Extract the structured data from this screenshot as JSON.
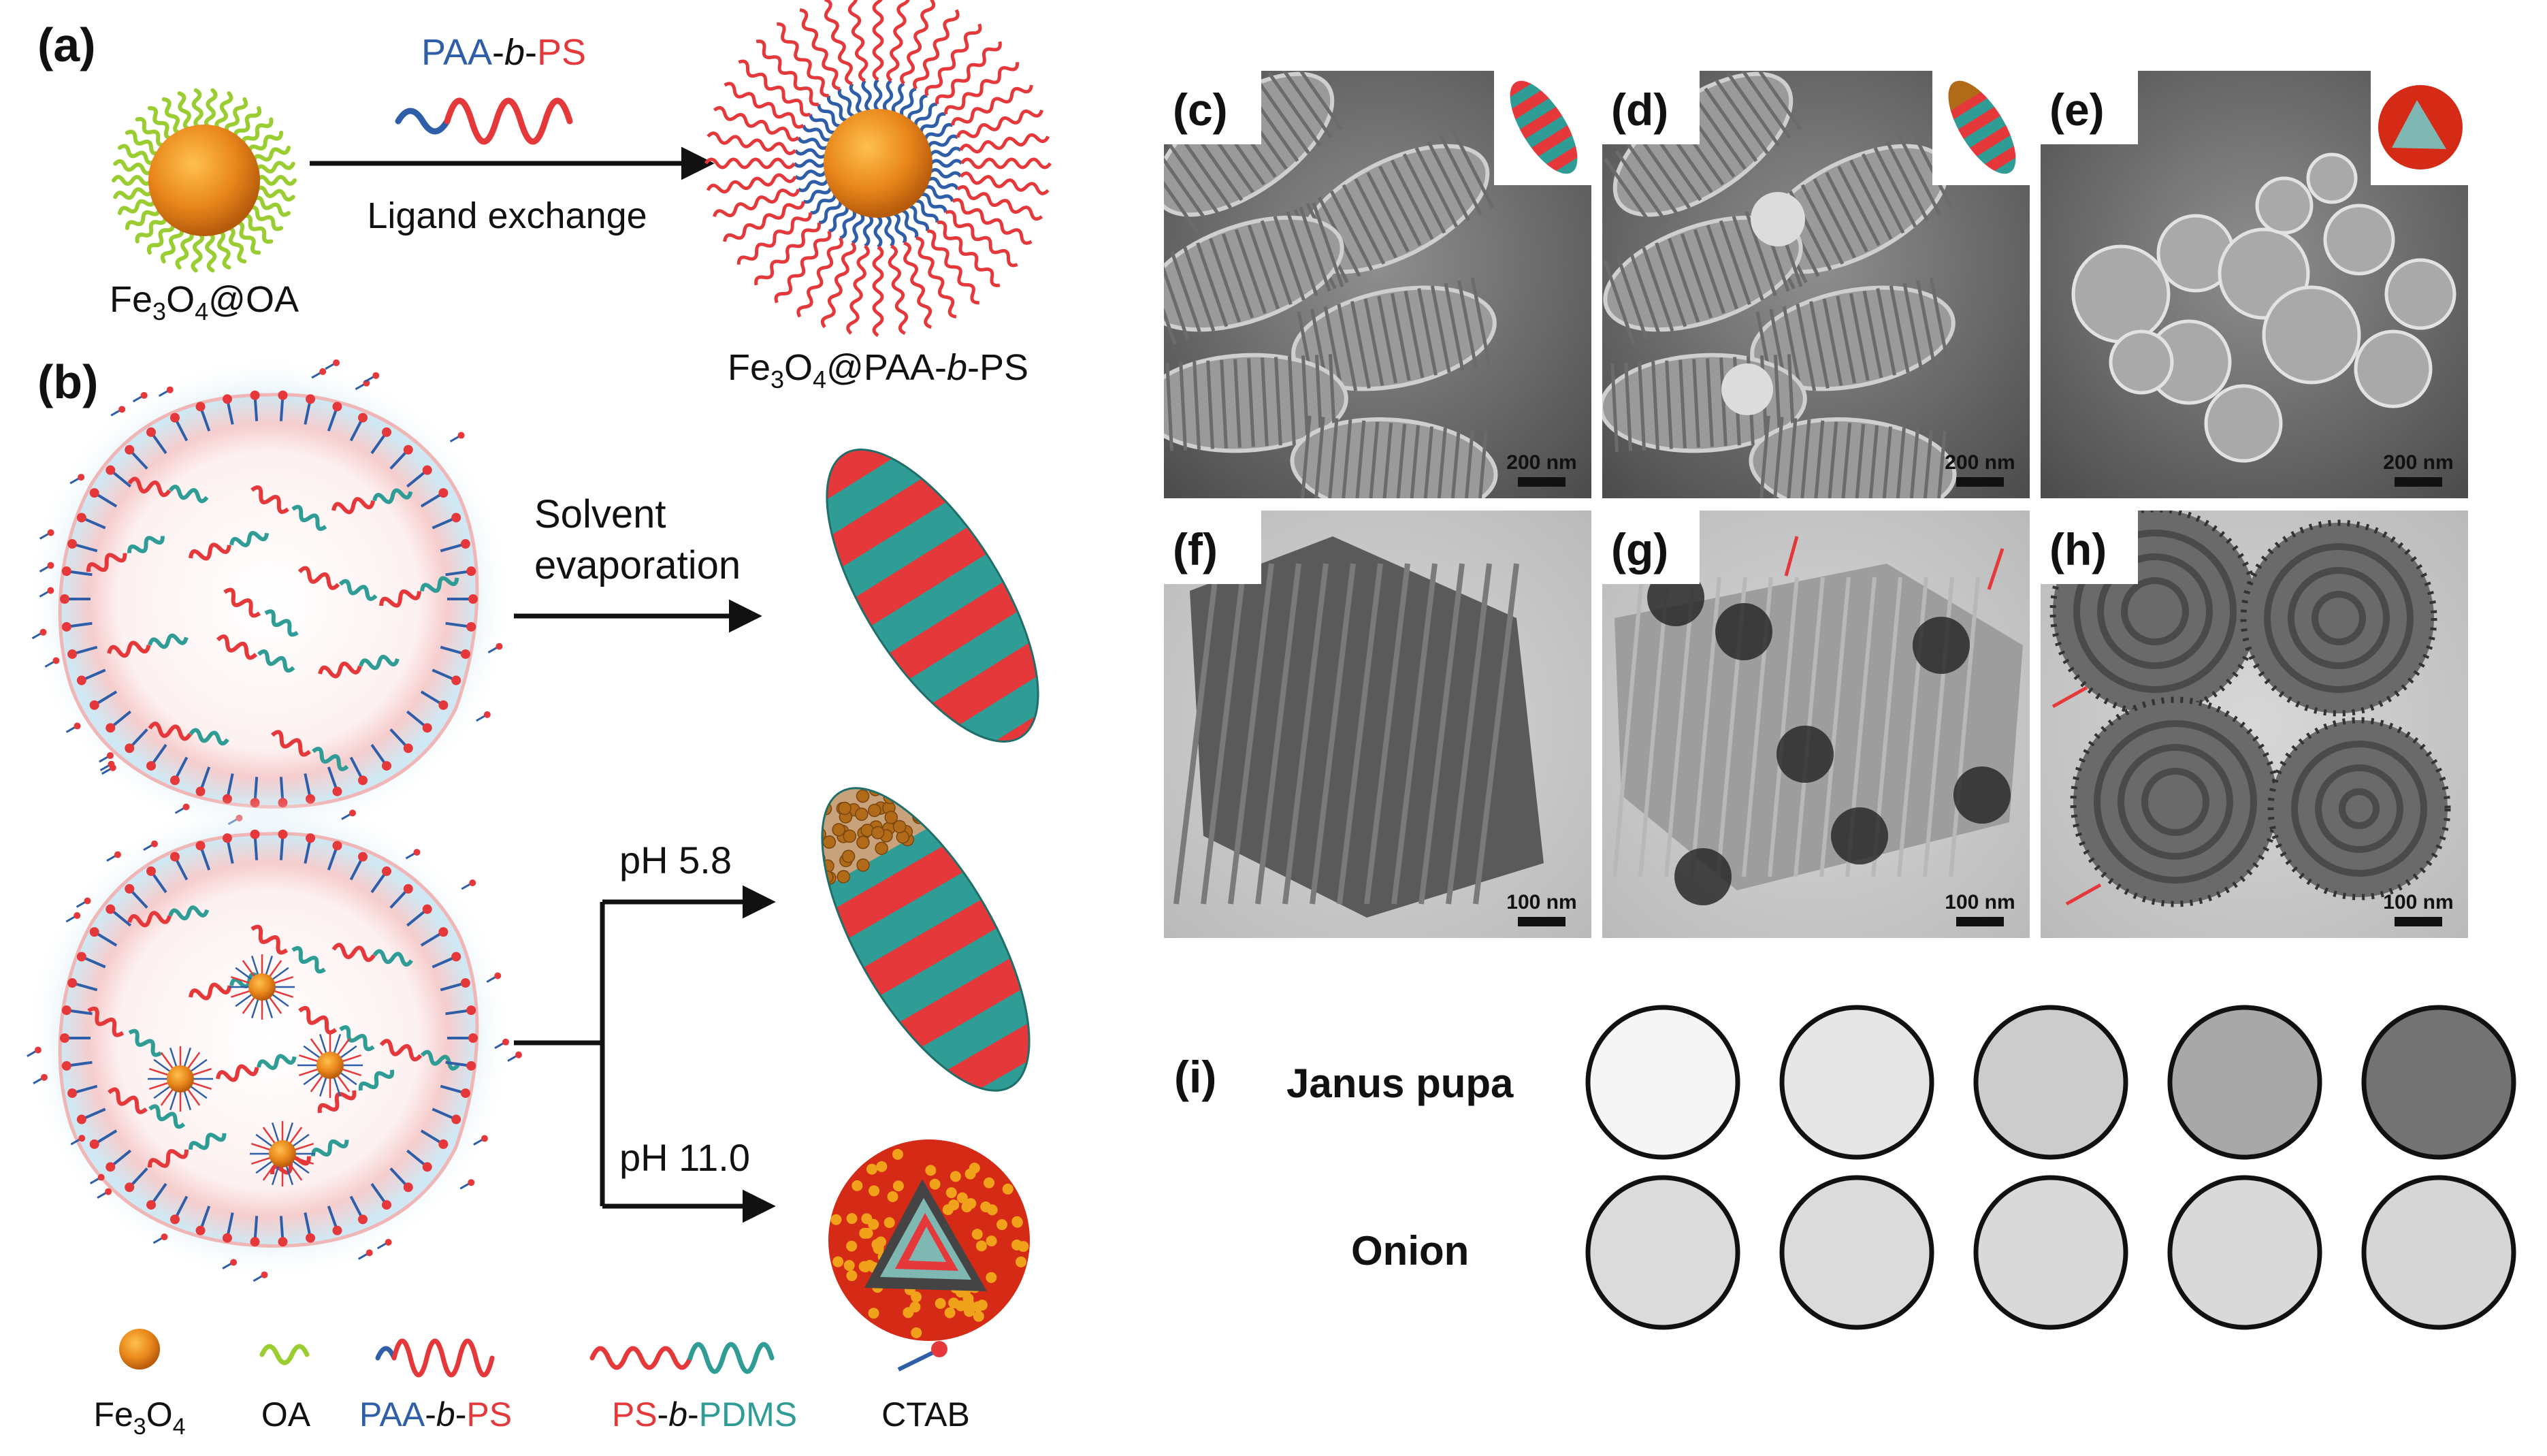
{
  "panel_a": {
    "label": "(a)",
    "reagent_parts": [
      "PAA",
      "-",
      "b",
      "-",
      "PS"
    ],
    "arrow_label": "Ligand exchange",
    "left_caption_parts": [
      "Fe",
      "3",
      "O",
      "4",
      "@OA"
    ],
    "right_caption_parts": [
      "Fe",
      "3",
      "O",
      "4",
      "@PAA-",
      "b",
      "-PS"
    ]
  },
  "panel_b": {
    "label": "(b)",
    "route1": [
      "Solvent",
      "evaporation"
    ],
    "route2": "pH 5.8",
    "route3": "pH 11.0"
  },
  "legend": {
    "fe3o4_parts": [
      "Fe",
      "3",
      "O",
      "4"
    ],
    "oa": "OA",
    "paa_ps_parts": [
      "PAA",
      "-",
      "b",
      "-",
      "PS"
    ],
    "ps_pdms_parts": [
      "PS",
      "-",
      "b",
      "-",
      "PDMS"
    ],
    "ctab": "CTAB"
  },
  "micrographs": [
    {
      "label": "(c)",
      "scale": "200 nm"
    },
    {
      "label": "(d)",
      "scale": "200 nm"
    },
    {
      "label": "(e)",
      "scale": "200 nm"
    },
    {
      "label": "(f)",
      "scale": "100 nm"
    },
    {
      "label": "(g)",
      "scale": "100 nm"
    },
    {
      "label": "(h)",
      "scale": "100 nm"
    }
  ],
  "panel_i": {
    "label": "(i)",
    "row1": "Janus pupa",
    "row2": "Onion",
    "janus_gray_levels": [
      0.96,
      0.9,
      0.8,
      0.66,
      0.45
    ],
    "onion_gray_levels": [
      0.86,
      0.86,
      0.85,
      0.85,
      0.84
    ]
  },
  "colors": {
    "red": "#e5383b",
    "teal": "#2f9c95",
    "blue": "#2f5ea8",
    "oa_green": "#9acd32",
    "core_orange": "#e8861a",
    "droplet_blue": "#d6ecf6",
    "droplet_pink": "#f5cfcf"
  }
}
